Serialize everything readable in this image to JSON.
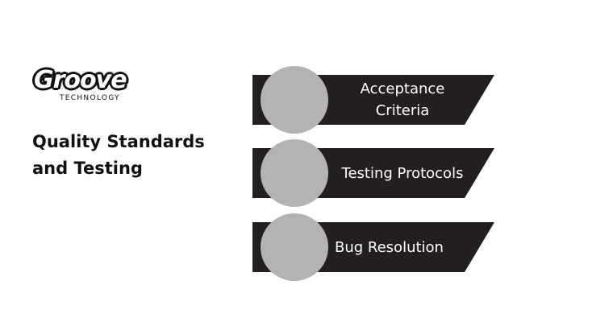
{
  "logo": {
    "word": "Groove",
    "sub": "TECHNOLOGY"
  },
  "title": "Quality Standards and Testing",
  "colors": {
    "banner": "#231f20",
    "circle": "#b3b3b3",
    "text_light": "#ffffff",
    "text_dark": "#111111"
  },
  "items": [
    {
      "label": "Acceptance Criteria"
    },
    {
      "label": "Testing Protocols"
    },
    {
      "label": "Bug Resolution"
    }
  ]
}
